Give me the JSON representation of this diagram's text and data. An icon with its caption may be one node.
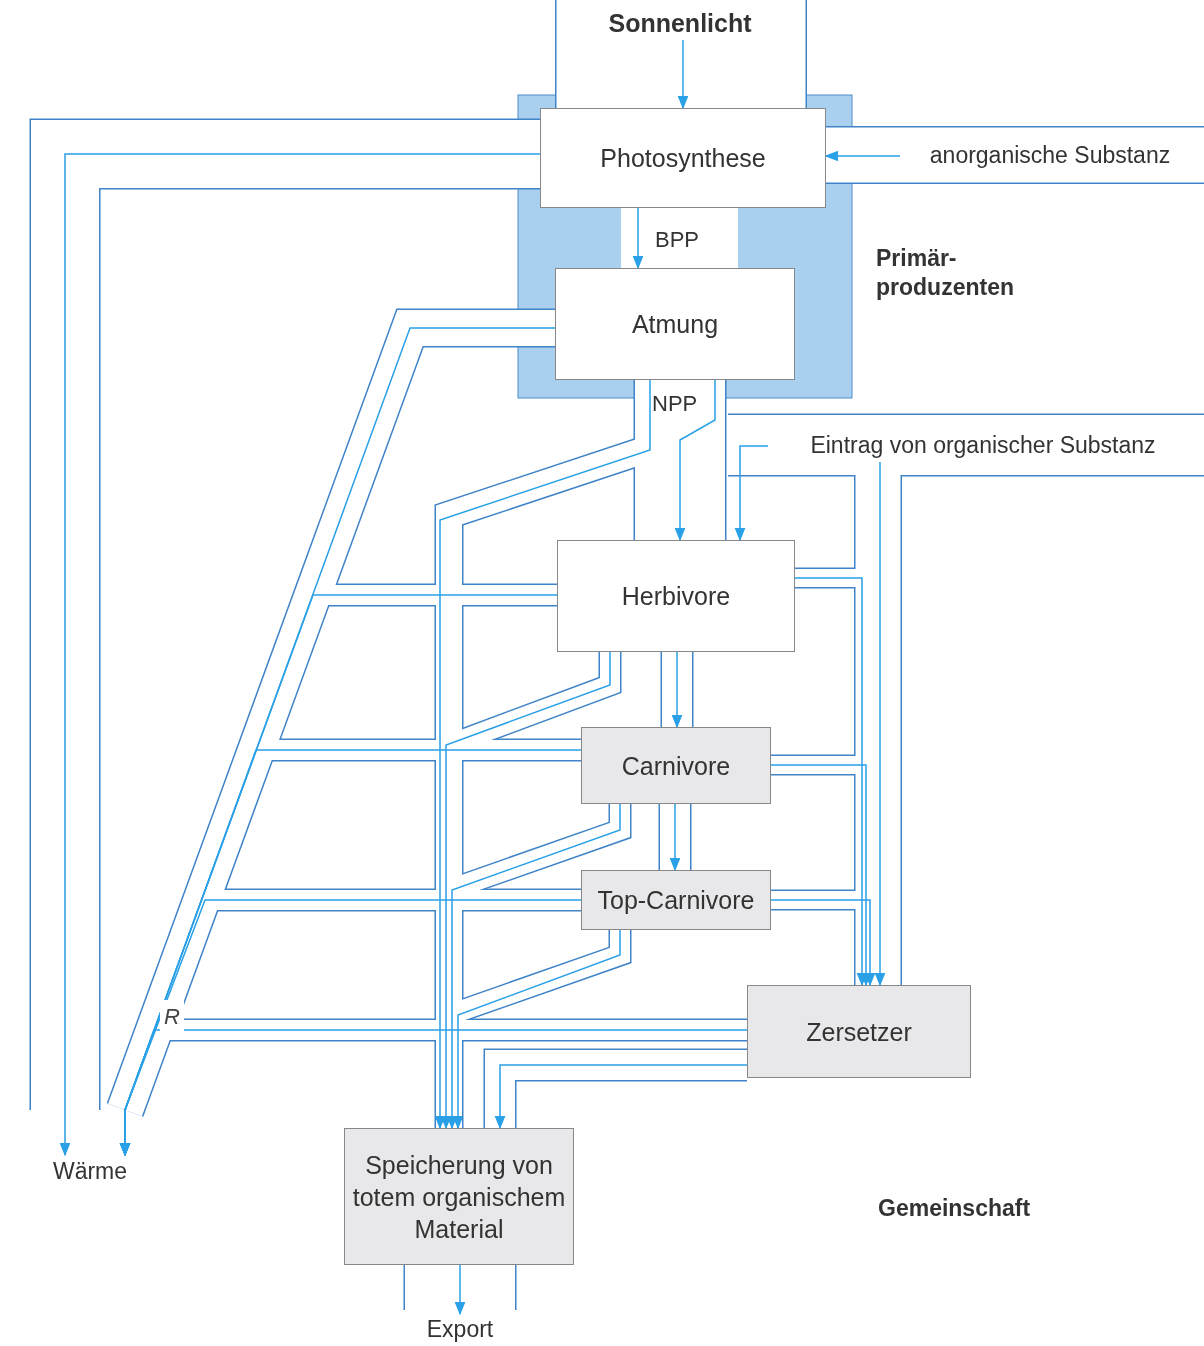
{
  "diagram": {
    "nodes": [
      {
        "text": [
          "Sonnenlicht"
        ]
      },
      {
        "text": [
          "Photosynthese"
        ]
      },
      {
        "text": [
          "Atmung"
        ]
      },
      {
        "text": [
          "anorganische Substanz"
        ]
      },
      {
        "text": [
          "Eintrag von organischer Substanz"
        ]
      },
      {
        "text": [
          "Herbivore"
        ]
      },
      {
        "text": [
          "Carnivore"
        ]
      },
      {
        "text": [
          "Top-Carnivore"
        ]
      },
      {
        "text": [
          "Zersetzer"
        ]
      },
      {
        "text": [
          "Speicherung von totem organischem Material"
        ]
      },
      {
        "text": [
          "Wärme"
        ]
      },
      {
        "text": [
          "Export"
        ]
      }
    ],
    "edges": [
      {
        "from": 0,
        "to": 1,
        "arrow": "to"
      },
      {
        "from": 3,
        "to": 1,
        "arrow": "to"
      },
      {
        "from": 1,
        "to": 2,
        "arrow": "to"
      },
      {
        "from": 1,
        "to": 10,
        "arrow": "to"
      },
      {
        "from": 2,
        "to": 10,
        "arrow": "to",
        "label": "R"
      },
      {
        "from": 2,
        "to": 5,
        "arrow": "to"
      },
      {
        "from": 4,
        "to": 5,
        "arrow": "to"
      },
      {
        "from": 4,
        "to": 8,
        "arrow": "to"
      },
      {
        "from": 2,
        "to": 9,
        "arrow": "to"
      },
      {
        "from": 5,
        "to": 6,
        "arrow": "to"
      },
      {
        "from": 6,
        "to": 7,
        "arrow": "to"
      },
      {
        "from": 5,
        "to": 10,
        "arrow": "to"
      },
      {
        "from": 6,
        "to": 10,
        "arrow": "to"
      },
      {
        "from": 7,
        "to": 10,
        "arrow": "to"
      },
      {
        "from": 8,
        "to": 10,
        "arrow": "to"
      },
      {
        "from": 5,
        "to": 9,
        "arrow": "to"
      },
      {
        "from": 6,
        "to": 9,
        "arrow": "to"
      },
      {
        "from": 7,
        "to": 9,
        "arrow": "to"
      },
      {
        "from": 5,
        "to": 8,
        "arrow": "to"
      },
      {
        "from": 6,
        "to": 8,
        "arrow": "to"
      },
      {
        "from": 7,
        "to": 8,
        "arrow": "to"
      },
      {
        "from": 8,
        "to": 9,
        "arrow": "to"
      },
      {
        "from": 9,
        "to": 11,
        "arrow": "to"
      }
    ],
    "labels": [
      "BPP",
      "Primär- produzenten",
      "NPP",
      "Gemeinschaft"
    ]
  }
}
